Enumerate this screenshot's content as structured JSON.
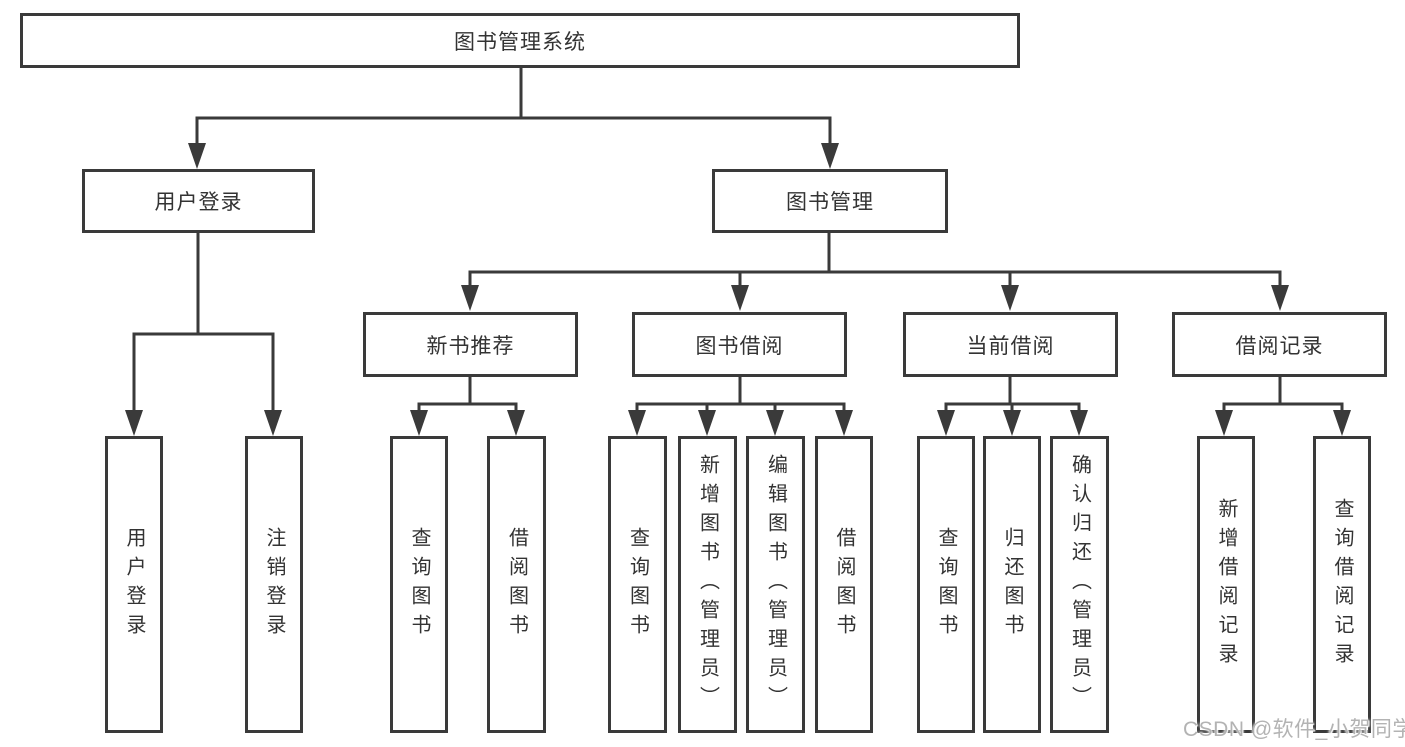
{
  "tree": {
    "label": "图书管理系统",
    "children": [
      {
        "label": "用户登录",
        "children": [
          {
            "label": "用户登录"
          },
          {
            "label": "注销登录"
          }
        ]
      },
      {
        "label": "图书管理",
        "children": [
          {
            "label": "新书推荐",
            "children": [
              {
                "label": "查询图书"
              },
              {
                "label": "借阅图书"
              }
            ]
          },
          {
            "label": "图书借阅",
            "children": [
              {
                "label": "查询图书"
              },
              {
                "label": "新增图书（管理员）"
              },
              {
                "label": "编辑图书（管理员）"
              },
              {
                "label": "借阅图书"
              }
            ]
          },
          {
            "label": "当前借阅",
            "children": [
              {
                "label": "查询图书"
              },
              {
                "label": "归还图书"
              },
              {
                "label": "确认归还（管理员）"
              }
            ]
          },
          {
            "label": "借阅记录",
            "children": [
              {
                "label": "新增借阅记录"
              },
              {
                "label": "查询借阅记录"
              }
            ]
          }
        ]
      }
    ]
  },
  "watermark": {
    "text": "CSDN @软件_小贺同学"
  },
  "colors": {
    "line": "#3a3a3a",
    "box_border": "#3a3a3a",
    "text": "#333333",
    "watermark": "#b3b3b3",
    "background": "#ffffff"
  }
}
